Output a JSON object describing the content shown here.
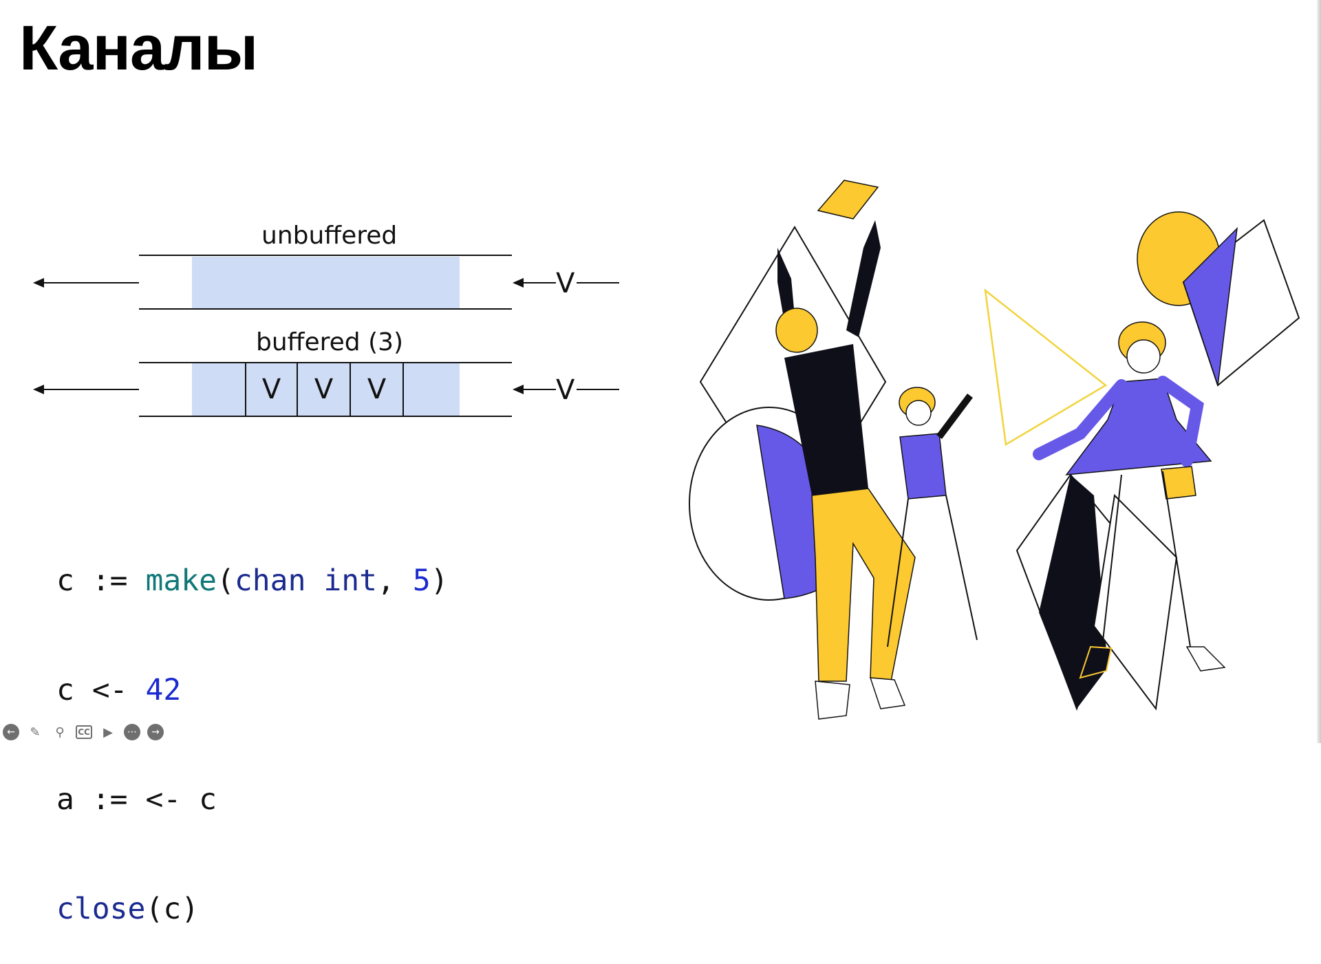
{
  "slide": {
    "title": "Каналы"
  },
  "diagram": {
    "unbuffered_caption": "unbuffered",
    "buffered_caption": "buffered (3)",
    "incoming_value": "V",
    "buffer_slots": [
      "V",
      "V",
      "V"
    ],
    "buffer_color": "#cfdcf6"
  },
  "code": {
    "line1": {
      "var": "c ",
      "op": ":= ",
      "fn": "make",
      "open": "(",
      "kw1": "chan",
      "sp": " ",
      "kw2": "int",
      "comma": ", ",
      "num": "5",
      "close": ")"
    },
    "line2": {
      "text": "c <- ",
      "num": "42"
    },
    "line3": {
      "text": "a := <- c"
    },
    "line4": {
      "fn": "close",
      "args": "(c)"
    }
  },
  "colors": {
    "accent_yellow": "#fcc930",
    "accent_purple": "#6659e8",
    "dark": "#0f0f1a"
  },
  "toolbar": {
    "icons": [
      "back-icon",
      "pen-icon",
      "zoom-icon",
      "captions-icon",
      "video-icon",
      "more-icon",
      "forward-icon"
    ],
    "captions_label": "CC"
  }
}
